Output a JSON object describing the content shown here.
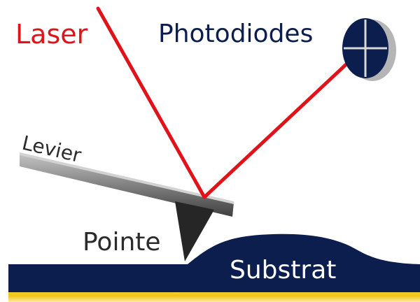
{
  "labels": {
    "laser": "Laser",
    "photodiodes": "Photodiodes",
    "lever": "Levier",
    "tip": "Pointe",
    "substrate": "Substrat"
  },
  "colors": {
    "laser_beam": "#e0121a",
    "laser_text": "#e0121a",
    "navy": "#0b1e4d",
    "lever_light": "#b9b9b9",
    "lever_dark": "#4a4a4a",
    "tip": "#262626",
    "text_dark": "#2b2b2b",
    "detector_shadow": "#b5b5b5",
    "detector_cross": "#d7d7d7",
    "gold": "#f2c413"
  }
}
